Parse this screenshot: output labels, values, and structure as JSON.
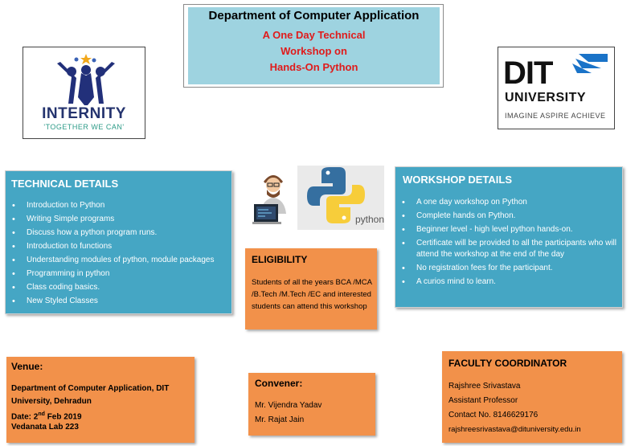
{
  "header": {
    "department": "Department of Computer Application",
    "event_lines": [
      "A One Day Technical",
      "Workshop on",
      "Hands-On Python"
    ]
  },
  "logos": {
    "internity": {
      "name": "INTERNITY",
      "tagline": "'TOGETHER WE CAN'"
    },
    "dit": {
      "name_line1": "DIT",
      "name_line2": "UNIVERSITY",
      "tagline": "IMAGINE  ASPIRE  ACHIEVE"
    },
    "python": {
      "word": "python"
    }
  },
  "technical": {
    "title": "TECHNICAL DETAILS",
    "items": [
      "Introduction to Python",
      "Writing Simple programs",
      "Discuss how a python program runs.",
      "Introduction to functions",
      "Understanding modules of python, module packages",
      "Programming in python",
      "Class coding basics.",
      "New Styled Classes"
    ]
  },
  "workshop": {
    "title": "WORKSHOP DETAILS",
    "items": [
      "A one day workshop on Python",
      "Complete hands on Python.",
      "Beginner level - high level python hands-on.",
      "Certificate will be provided to all the participants who will attend the workshop at the end of the day",
      "No registration fees for the participant.",
      "A curios mind to learn."
    ]
  },
  "eligibility": {
    "title": "ELIGIBILITY",
    "text": "Students of all the years BCA /MCA /B.Tech /M.Tech /EC and interested students can attend this workshop"
  },
  "venue": {
    "title": "Venue:",
    "line1": "Department of Computer Application, DIT",
    "line2": "University, Dehradun",
    "date_label": "Date: 2",
    "date_sup": "nd",
    "date_rest": " Feb 2019",
    "line4": "Vedanata Lab 223"
  },
  "convener": {
    "title": "Convener:",
    "names": [
      "Mr. Vijendra Yadav",
      "Mr. Rajat Jain"
    ]
  },
  "faculty": {
    "title": "FACULTY COORDINATOR",
    "lines": [
      "Rajshree Srivastava",
      "Assistant Professor",
      "Contact No. 8146629176",
      "rajshreesrivastava@dituniversity.edu.in"
    ]
  },
  "colors": {
    "blue_panel": "#45a6c4",
    "orange_panel": "#f2914a",
    "header_bg": "#9ed3e0",
    "event_red": "#e01b1b"
  }
}
